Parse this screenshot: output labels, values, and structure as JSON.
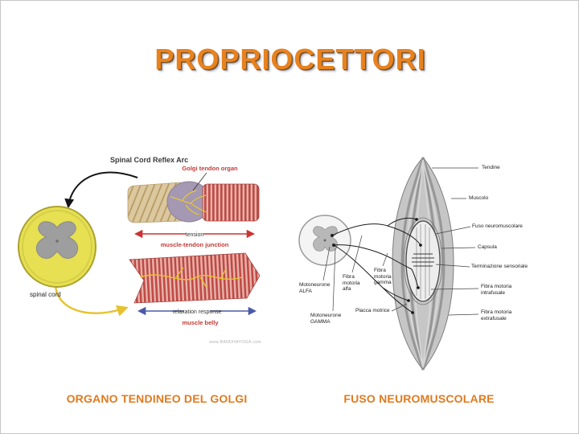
{
  "slide": {
    "title": "PROPRIOCETTORI",
    "caption_left": "ORGANO TENDINEO DEL GOLGI",
    "caption_right": "FUSO NEUROMUSCOLARE"
  },
  "left_diagram": {
    "heading": "Spinal Cord Reflex Arc",
    "golgi_label": "Golgi tendon organ",
    "tension_label": "tension",
    "junction_label": "muscle-tendon junction",
    "relaxation_label": "relaxation response",
    "belly_label": "muscle belly",
    "spinal_cord_label": "spinal cord",
    "watermark": "www.BANDHAYOGA.com"
  },
  "right_diagram": {
    "labels": {
      "tendine": "Tendine",
      "muscolo": "Muscolo",
      "fuso": "Fuso neuromuscolare",
      "capsula": "Capsula",
      "terminazione": "Terminazione sensoriale",
      "intrafusale": "Fibra motoria\nintrafusale",
      "extrafusale": "Fibra motoria\nextrafusale",
      "motoneurone_alfa": "Motoneurone\nALFA",
      "fibra_alfa": "Fibra\nmotoria\nalfa",
      "fibra_gamma": "Fibra\nmotoria\ngamma",
      "motoneurone_gamma": "Motoneurone\nGAMMA",
      "placca": "Placca motrice"
    }
  },
  "colors": {
    "title": "#E8821E",
    "caption": "#E07A1F",
    "red_label": "#C23A34",
    "blue_arrow": "#4A5AA8"
  }
}
